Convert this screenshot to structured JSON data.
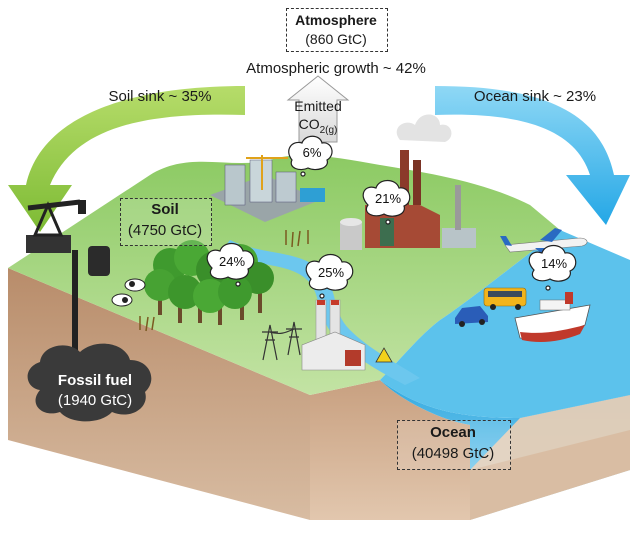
{
  "atmosphere": {
    "title": "Atmosphere",
    "amount": "(860 GtC)",
    "growth": "Atmospheric growth ~ 42%",
    "emitted_label": "Emitted",
    "emitted_formula": "CO",
    "emitted_sub": "2(g)"
  },
  "soil_sink": "Soil sink ~ 35%",
  "ocean_sink": "Ocean sink ~ 23%",
  "soil": {
    "title": "Soil",
    "amount": "(4750 GtC)"
  },
  "fossil": {
    "title": "Fossil fuel",
    "amount": "(1940 GtC)"
  },
  "ocean": {
    "title": "Ocean",
    "amount": "(40498 GtC)"
  },
  "percentages": {
    "buildings": "6%",
    "industry": "21%",
    "forest": "24%",
    "power_plant": "25%",
    "transport": "14%"
  },
  "colors": {
    "soil_arrow": "#8cc63f",
    "ocean_arrow": "#3db8ec",
    "land_green": "#9fd07a",
    "earth": "#d9b79a",
    "ocean": "#4ab7e6",
    "oil_cloud": "#3a3a3a"
  }
}
